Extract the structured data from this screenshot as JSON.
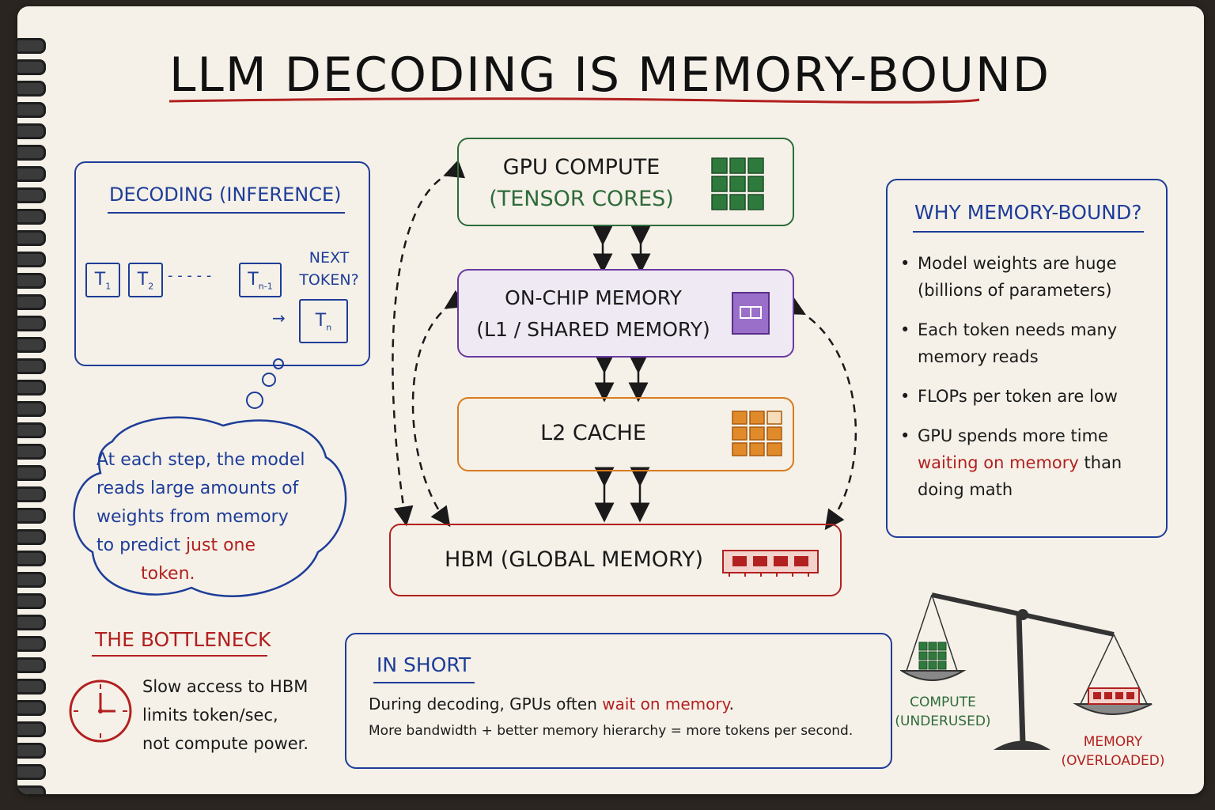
{
  "title": "LLM DECODING IS MEMORY-BOUND",
  "decoding": {
    "heading": "DECODING (INFERENCE)",
    "tokens": [
      {
        "base": "T",
        "sub": "1"
      },
      {
        "base": "T",
        "sub": "2"
      },
      {
        "base": "T",
        "sub": "n-1"
      }
    ],
    "dots": "- - - - -",
    "next_label_1": "NEXT",
    "next_label_2": "TOKEN?",
    "next_token": {
      "base": "T",
      "sub": "n"
    }
  },
  "thought": {
    "line1": "At each step, the model",
    "line2": "reads large amounts of",
    "line3": "weights from memory",
    "line4_a": "to predict ",
    "line4_b": "just one",
    "line5": "token."
  },
  "hierarchy": {
    "gpu_line1": "GPU COMPUTE",
    "gpu_line2": "(TENSOR CORES)",
    "onchip_line1": "ON-CHIP MEMORY",
    "onchip_line2": "(L1 / SHARED MEMORY)",
    "l2": "L2 CACHE",
    "hbm": "HBM (GLOBAL MEMORY)"
  },
  "why": {
    "heading": "WHY MEMORY-BOUND?",
    "b1": "Model weights are huge (billions of parameters)",
    "b2": "Each token needs many memory reads",
    "b3": "FLOPs per token are low",
    "b4_a": "GPU spends more time ",
    "b4_b": "waiting on memory",
    "b4_c": " than doing math"
  },
  "bottleneck": {
    "heading": "THE BOTTLENECK",
    "line1": "Slow access to HBM",
    "line2": "limits token/sec,",
    "line3": "not compute power."
  },
  "short": {
    "heading": "IN SHORT",
    "line1_a": "During decoding, GPUs often ",
    "line1_b": "wait on memory",
    "line1_c": ".",
    "line2": "More bandwidth + better memory hierarchy = more tokens per second."
  },
  "scale": {
    "left_1": "COMPUTE",
    "left_2": "(UNDERUSED)",
    "right_1": "MEMORY",
    "right_2": "(OVERLOADED)"
  },
  "colors": {
    "blue": "#1e3d99",
    "red": "#b22020",
    "green": "#2e6b3a",
    "purple": "#6a3aa0",
    "orange": "#d97b1e"
  }
}
